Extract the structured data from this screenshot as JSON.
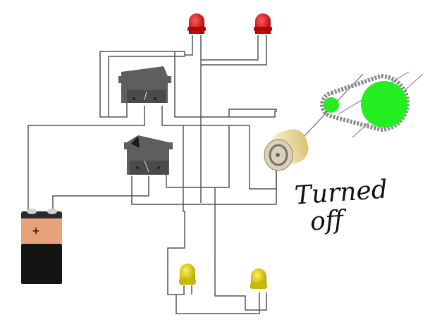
{
  "diagram": {
    "annotation": {
      "line1": "Turned",
      "line2": "off"
    },
    "battery": {
      "polarity_label": "+",
      "type": "9V battery"
    },
    "components": {
      "red_leds": 2,
      "yellow_leds": 2,
      "rocker_switches": 2,
      "motor": 1,
      "gears": [
        "small gear",
        "large gear"
      ]
    },
    "colors": {
      "wire": "#555555",
      "red_led": "#d01010",
      "yellow_led": "#d8c800",
      "gear": "#22ee22",
      "switch": "#5a5a5a",
      "battery_top": "#e8a07a",
      "battery_body": "#151515",
      "motor": "#e6d9a0"
    }
  }
}
